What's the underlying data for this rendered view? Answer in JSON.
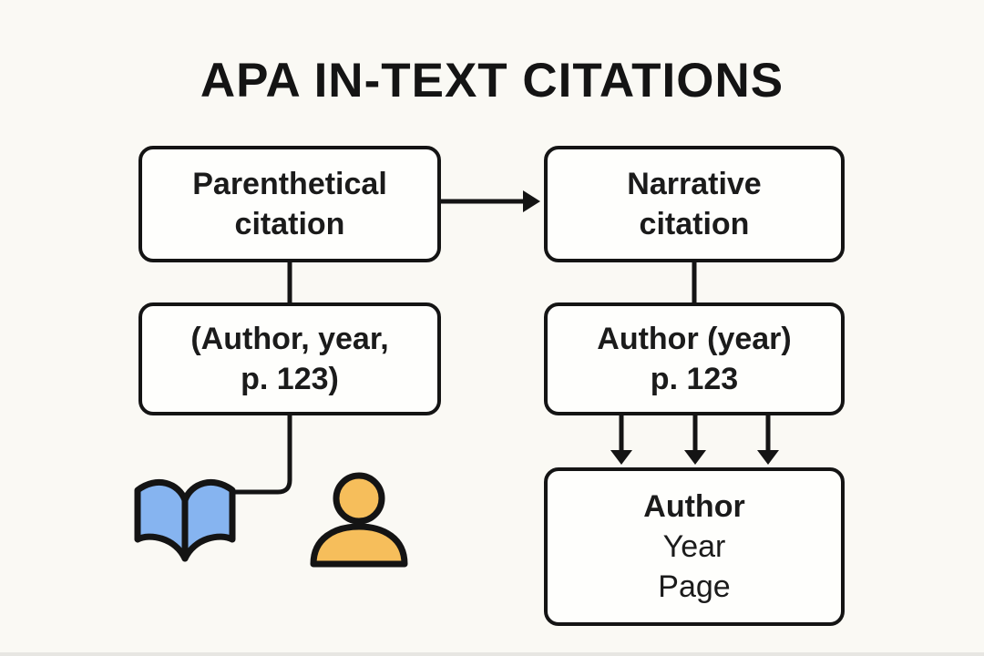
{
  "diagram": {
    "title": "APA IN-TEXT CITATIONS",
    "boxes": {
      "parenthetical": {
        "label": "Parenthetical\ncitation"
      },
      "narrative": {
        "label": "Narrative\ncitation"
      },
      "parenthetical_example": {
        "label": "(Author, year,\np. 123)"
      },
      "narrative_example": {
        "label": "Author (year)\np. 123"
      },
      "components": {
        "lines": [
          "Author",
          "Year",
          "Page"
        ]
      }
    },
    "icons": [
      {
        "name": "open-book-icon",
        "color": "#86B4F0"
      },
      {
        "name": "person-icon",
        "color": "#F6BE5B"
      }
    ],
    "colors": {
      "background": "#FAF9F4",
      "box_fill": "#FEFEFC",
      "outline": "#141414",
      "book_blue": "#86B4F0",
      "person_orange": "#F6BE5B"
    }
  }
}
